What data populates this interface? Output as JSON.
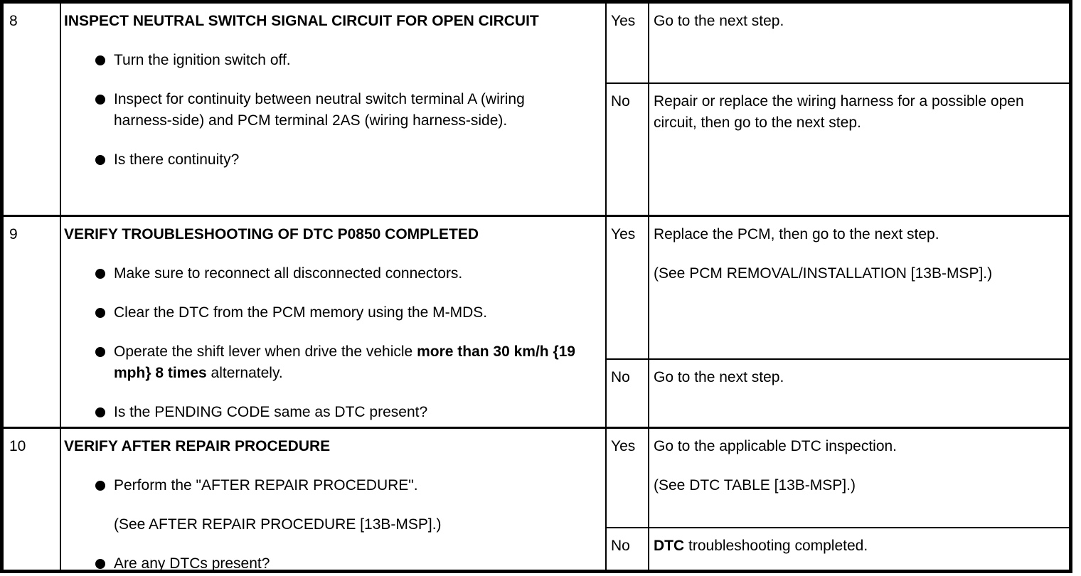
{
  "table": {
    "rows": [
      {
        "step": "8",
        "title": "INSPECT NEUTRAL SWITCH SIGNAL CIRCUIT FOR OPEN CIRCUIT",
        "action_paragraphs": [
          {
            "kind": "bullet",
            "segments": [
              {
                "t": "Turn the ignition switch off.",
                "b": false
              }
            ]
          },
          {
            "kind": "bullet",
            "segments": [
              {
                "t": "Inspect for continuity between neutral switch terminal A (wiring harness-side) and PCM terminal 2AS (wiring harness-side).",
                "b": false
              }
            ]
          },
          {
            "kind": "bullet",
            "segments": [
              {
                "t": "Is there continuity?",
                "b": false
              }
            ]
          }
        ],
        "yes": {
          "label": "Yes",
          "lines": [
            {
              "segments": [
                {
                  "t": "Go to the next step.",
                  "b": false
                }
              ]
            }
          ]
        },
        "no": {
          "label": "No",
          "lines": [
            {
              "segments": [
                {
                  "t": "Repair or replace the wiring harness for a possible open circuit, then go to the next step.",
                  "b": false
                }
              ]
            }
          ]
        }
      },
      {
        "step": "9",
        "title": "VERIFY TROUBLESHOOTING OF DTC P0850 COMPLETED",
        "action_paragraphs": [
          {
            "kind": "bullet",
            "segments": [
              {
                "t": "Make sure to reconnect all disconnected connectors.",
                "b": false
              }
            ]
          },
          {
            "kind": "bullet",
            "segments": [
              {
                "t": "Clear the DTC from the PCM memory using the M-MDS.",
                "b": false
              }
            ]
          },
          {
            "kind": "bullet",
            "segments": [
              {
                "t": "Operate the shift lever when drive the vehicle ",
                "b": false
              },
              {
                "t": "more than 30 km/h {19 mph} 8 times",
                "b": true
              },
              {
                "t": " alternately.",
                "b": false
              }
            ]
          },
          {
            "kind": "bullet",
            "segments": [
              {
                "t": "Is the PENDING CODE same as DTC present?",
                "b": false
              }
            ]
          }
        ],
        "yes": {
          "label": "Yes",
          "lines": [
            {
              "segments": [
                {
                  "t": "Replace the PCM, then go to the next step.",
                  "b": false
                }
              ]
            },
            {
              "segments": [
                {
                  "t": "(See PCM REMOVAL/INSTALLATION [13B-MSP].)",
                  "b": false
                }
              ]
            }
          ]
        },
        "no": {
          "label": "No",
          "lines": [
            {
              "segments": [
                {
                  "t": "Go to the next step.",
                  "b": false
                }
              ]
            }
          ]
        }
      },
      {
        "step": "10",
        "title": "VERIFY AFTER REPAIR PROCEDURE",
        "action_paragraphs": [
          {
            "kind": "bullet",
            "segments": [
              {
                "t": "Perform the \"AFTER REPAIR PROCEDURE\".",
                "b": false
              }
            ]
          },
          {
            "kind": "plain",
            "segments": [
              {
                "t": "(See AFTER REPAIR PROCEDURE [13B-MSP].)",
                "b": false
              }
            ]
          },
          {
            "kind": "bullet",
            "segments": [
              {
                "t": "Are any DTCs present?",
                "b": false
              }
            ]
          }
        ],
        "yes": {
          "label": "Yes",
          "lines": [
            {
              "segments": [
                {
                  "t": "Go to the applicable DTC inspection.",
                  "b": false
                }
              ]
            },
            {
              "segments": [
                {
                  "t": "(See DTC TABLE [13B-MSP].)",
                  "b": false
                }
              ]
            }
          ]
        },
        "no": {
          "label": "No",
          "lines": [
            {
              "segments": [
                {
                  "t": "DTC",
                  "b": true
                },
                {
                  "t": " troubleshooting completed.",
                  "b": false
                }
              ]
            }
          ]
        }
      }
    ]
  }
}
